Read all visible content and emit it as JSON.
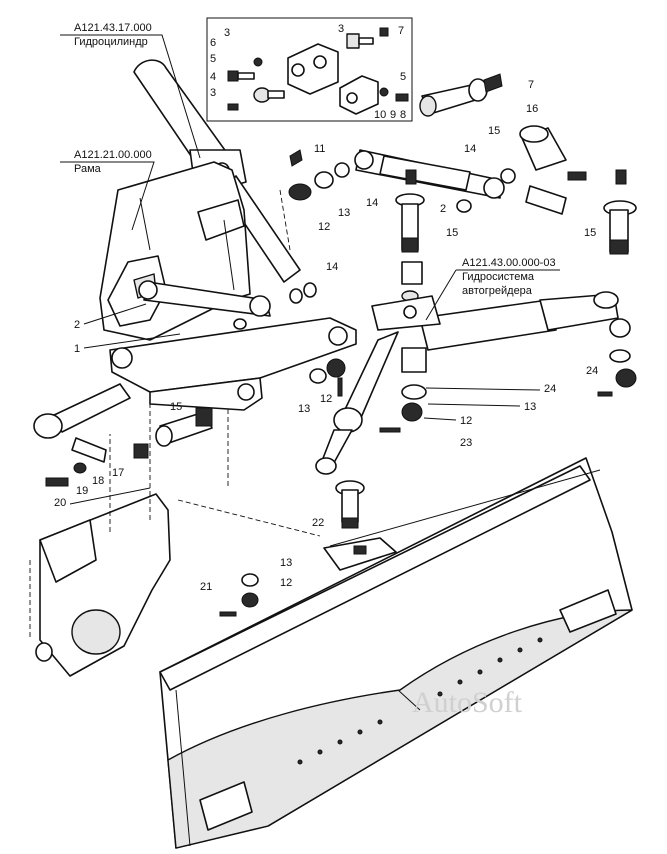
{
  "assemblies": {
    "hydrocylinder": {
      "code": "А121.43.17.000",
      "name": "Гидроцилиндр"
    },
    "frame": {
      "code": "А121.21.00.000",
      "name": "Рама"
    },
    "hydrosystem": {
      "code": "А121.43.00.000-03",
      "name": "Гидросистема",
      "name2": "автогрейдера"
    }
  },
  "callouts": {
    "c1": "1",
    "c2a": "2",
    "c2b": "2",
    "c3a": "3",
    "c3b": "3",
    "c4": "4",
    "c5a": "5",
    "c5b": "5",
    "c6": "6",
    "c7a": "7",
    "c7b": "7",
    "c8": "8",
    "c9": "9",
    "c10": "10",
    "c11": "11",
    "c12a": "12",
    "c12b": "12",
    "c12c": "12",
    "c12d": "12",
    "c13a": "13",
    "c13b": "13",
    "c13c": "13",
    "c13d": "13",
    "c14a": "14",
    "c14b": "14",
    "c14c": "14",
    "c15a": "15",
    "c15b": "15",
    "c15c": "15",
    "c15d": "15",
    "c16": "16",
    "c17": "17",
    "c18": "18",
    "c19": "19",
    "c20": "20",
    "c21": "21",
    "c22": "22",
    "c23": "23",
    "c24a": "24",
    "c24b": "24"
  },
  "watermark": "AutoSoft"
}
